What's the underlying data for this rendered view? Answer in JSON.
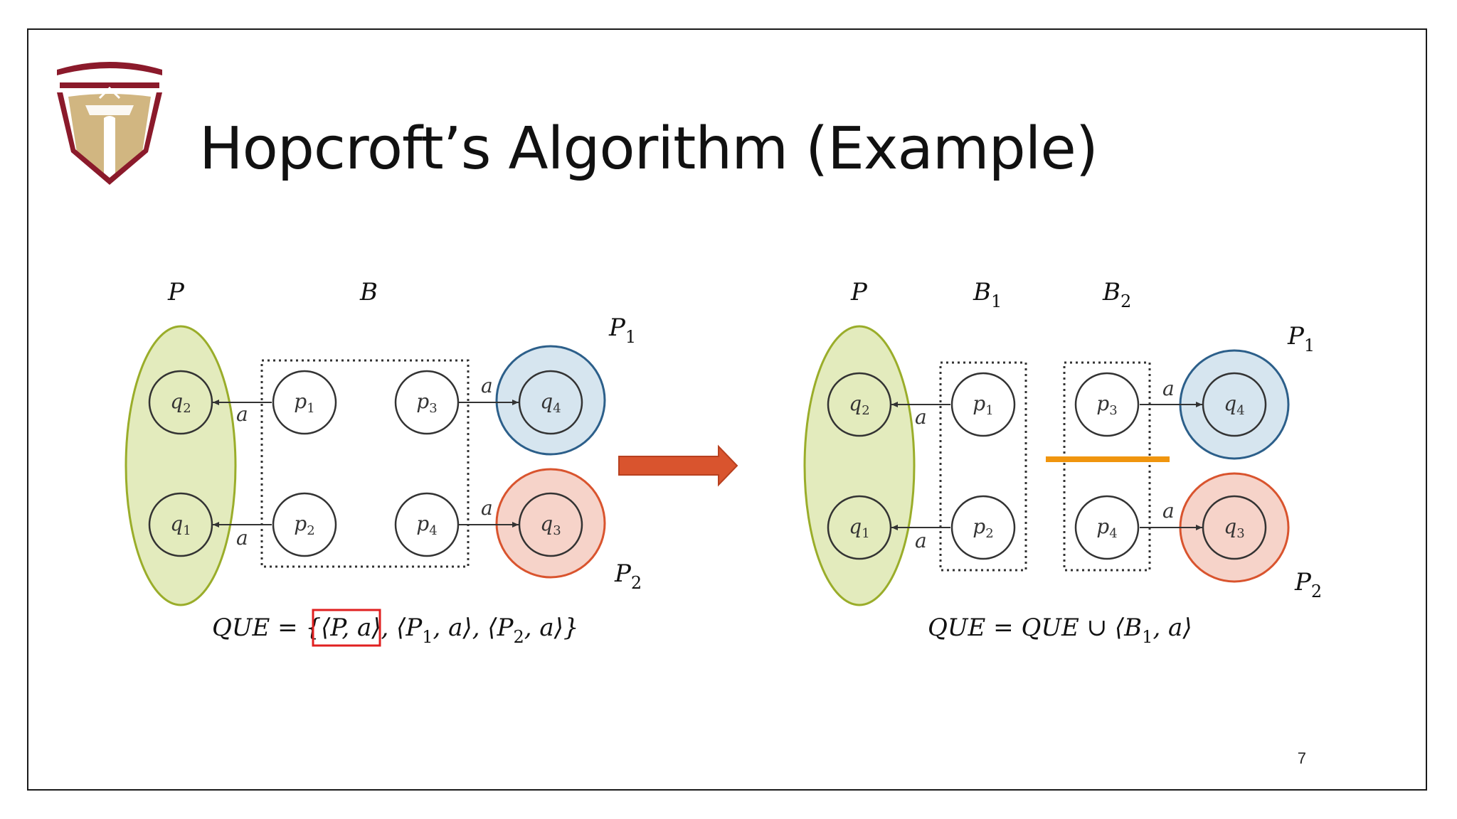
{
  "slide": {
    "title": "Hopcroft’s Algorithm (Example)",
    "page_number": "7"
  },
  "colors": {
    "accent_maroon": "#8b1a2b",
    "logo_gold": "#c9a96b",
    "group_green_fill": "#e3ebbd",
    "group_green_stroke": "#9aad2a",
    "p1_blue_fill": "#d6e5ef",
    "p1_blue_stroke": "#2c5f8a",
    "p2_red_fill": "#f6d3c9",
    "p2_red_stroke": "#d9542e",
    "arrow_orange": "#d9542e",
    "split_line": "#f0950e",
    "highlight_box": "#e02020"
  },
  "left_diagram": {
    "label_P": "P",
    "label_B": "B",
    "label_P1": "P",
    "label_P1_sub": "1",
    "label_P2": "P",
    "label_P2_sub": "2",
    "nodes": {
      "q2": {
        "name": "q",
        "sub": "2"
      },
      "q1": {
        "name": "q",
        "sub": "1"
      },
      "p1": {
        "name": "p",
        "sub": "1"
      },
      "p2": {
        "name": "p",
        "sub": "2"
      },
      "p3": {
        "name": "p",
        "sub": "3"
      },
      "p4": {
        "name": "p",
        "sub": "4"
      },
      "q4": {
        "name": "q",
        "sub": "4"
      },
      "q3": {
        "name": "q",
        "sub": "3"
      }
    },
    "edge_label": "a",
    "que": {
      "prefix": "QUE = {",
      "highlighted": "⟨P, a⟩",
      "rest_1": ", ⟨P",
      "sub_1": "1",
      "rest_2": ", a⟩, ⟨P",
      "sub_2": "2",
      "rest_3": ", a⟩}"
    }
  },
  "transition_arrow": "right-arrow-icon",
  "right_diagram": {
    "label_P": "P",
    "label_B1": "B",
    "label_B1_sub": "1",
    "label_B2": "B",
    "label_B2_sub": "2",
    "label_P1": "P",
    "label_P1_sub": "1",
    "label_P2": "P",
    "label_P2_sub": "2",
    "nodes": {
      "q2": {
        "name": "q",
        "sub": "2"
      },
      "q1": {
        "name": "q",
        "sub": "1"
      },
      "p1": {
        "name": "p",
        "sub": "1"
      },
      "p2": {
        "name": "p",
        "sub": "2"
      },
      "p3": {
        "name": "p",
        "sub": "3"
      },
      "p4": {
        "name": "p",
        "sub": "4"
      },
      "q4": {
        "name": "q",
        "sub": "4"
      },
      "q3": {
        "name": "q",
        "sub": "3"
      }
    },
    "edge_label": "a",
    "que": {
      "prefix": "QUE = QUE ∪ ⟨B",
      "sub": "1",
      "suffix": ", a⟩"
    }
  }
}
